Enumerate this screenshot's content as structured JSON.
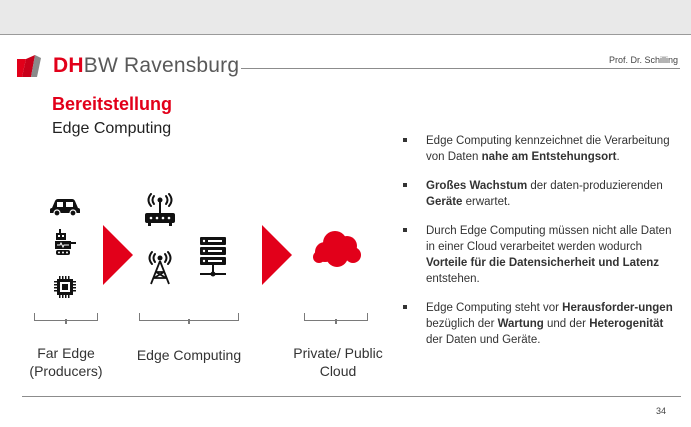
{
  "header": {
    "logo_dh": "DH",
    "logo_bw": "BW",
    "logo_city": " Ravensburg",
    "author": "Prof. Dr. Schilling"
  },
  "title": "Bereitstellung",
  "subtitle": "Edge Computing",
  "diagram": {
    "groups": [
      {
        "label_line1": "Far Edge",
        "label_line2": "(Producers)"
      },
      {
        "label_line1": "Edge Computing"
      },
      {
        "label_line1": "Private/ Public",
        "label_line2": "Cloud"
      }
    ],
    "icons": [
      "car-icon",
      "robot-icon",
      "cpu-chip-icon",
      "wifi-router-icon",
      "radio-tower-icon",
      "server-rack-icon",
      "cloud-icon"
    ],
    "accent_color": "#e2001a"
  },
  "bullets": [
    [
      {
        "t": "Edge Computing kennzeichnet die Verarbeitung von Daten "
      },
      {
        "t": "nahe am Entstehungsort",
        "b": true
      },
      {
        "t": "."
      }
    ],
    [
      {
        "t": "Großes Wachstum",
        "b": true
      },
      {
        "t": " der daten-produzierenden "
      },
      {
        "t": "Geräte",
        "b": true
      },
      {
        "t": " erwartet."
      }
    ],
    [
      {
        "t": "Durch Edge Computing müssen nicht alle Daten in einer Cloud verarbeitet werden wodurch "
      },
      {
        "t": "Vorteile für die Datensicherheit und Latenz",
        "b": true
      },
      {
        "t": " entstehen."
      }
    ],
    [
      {
        "t": "Edge Computing steht vor "
      },
      {
        "t": "Herausforder-ungen",
        "b": true
      },
      {
        "t": " bezüglich der "
      },
      {
        "t": "Wartung",
        "b": true
      },
      {
        "t": " und der "
      },
      {
        "t": "Heterogenität",
        "b": true
      },
      {
        "t": " der Daten und Geräte."
      }
    ]
  ],
  "page_number": "34"
}
